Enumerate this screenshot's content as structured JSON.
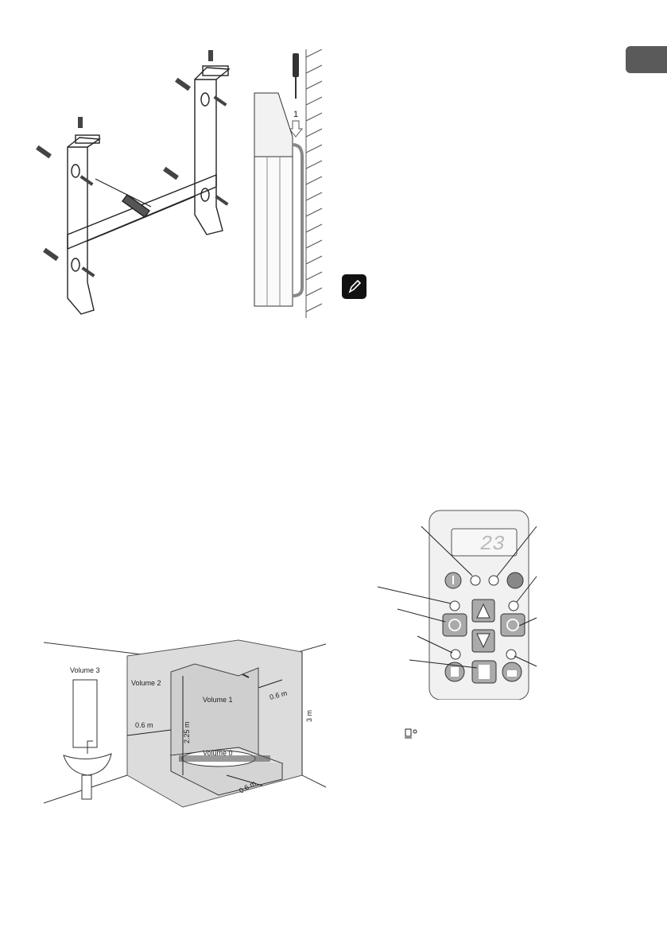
{
  "page": {
    "language_tab": "",
    "note_icon": "pencil-icon"
  },
  "bathroom_figure": {
    "volume0_label": "Volume 0",
    "volume1_label": "Volume 1",
    "volume2_label": "Volume 2",
    "volume3_label": "Volume 3",
    "height_225_label": "2.25 m",
    "height_3_label": "3 m",
    "dist_left_label": "0.6 m",
    "dist_right_label": "0.6 m",
    "dist_bottom_label": "0.6 m"
  },
  "control_panel": {
    "display_value": "23",
    "icons": [
      "thermometer-icon",
      "power-icon",
      "up-arrow-icon",
      "down-arrow-icon",
      "timer-icon",
      "window-icon",
      "door-icon",
      "lock-icon"
    ]
  }
}
